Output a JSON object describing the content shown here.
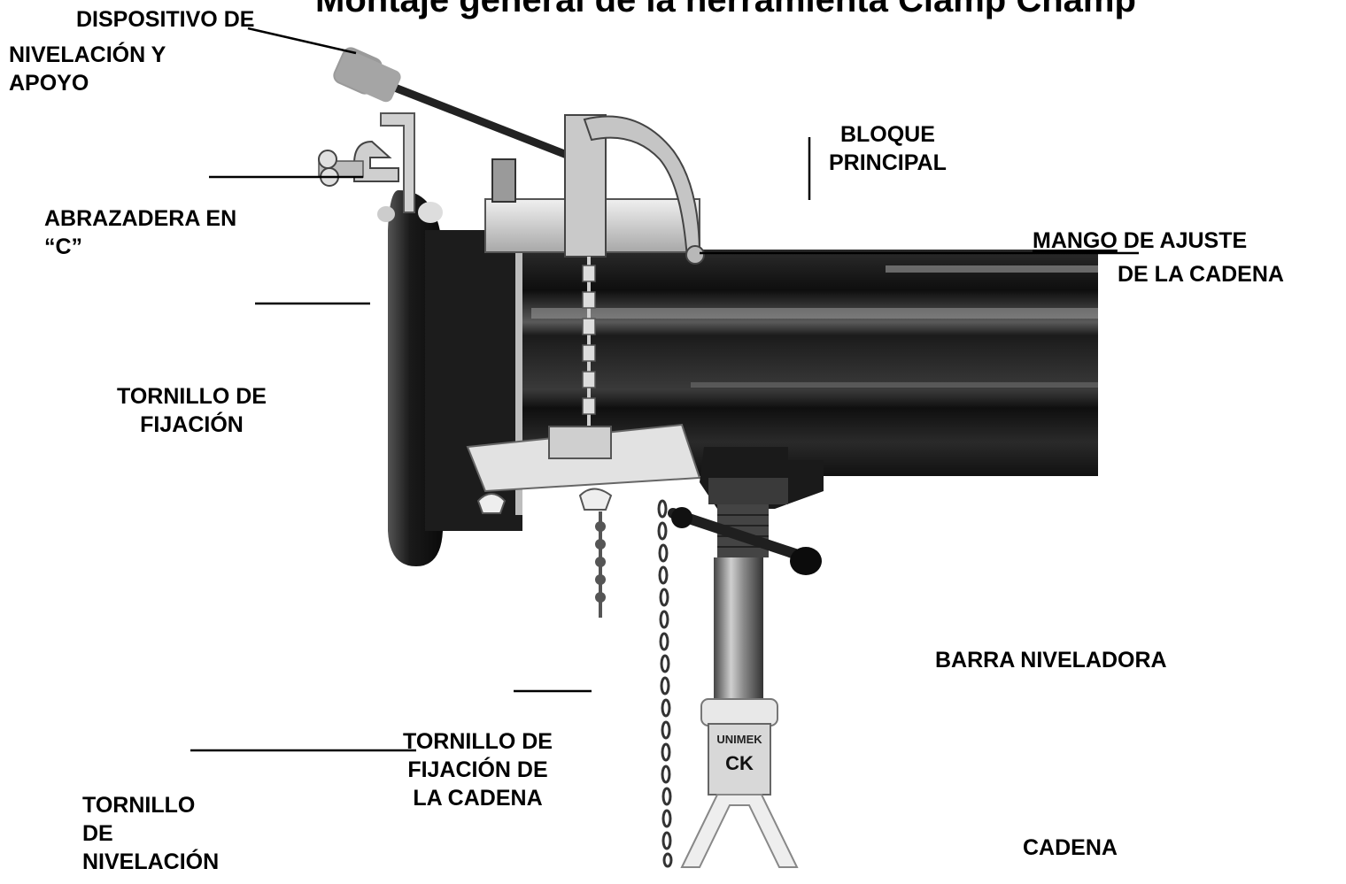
{
  "title": "Montaje general de la herramienta Clamp Champ",
  "labels": {
    "dispositivo": [
      "DISPOSITIVO DE",
      "NIVELACIÓN Y",
      "APOYO"
    ],
    "bloque": [
      "BLOQUE",
      "PRINCIPAL"
    ],
    "mango_1": "MANGO",
    "mango_1b": " DE AJUSTE",
    "mango_2": "DE LA CADENA",
    "abrazadera": [
      "ABRAZADERA EN",
      "“C”"
    ],
    "tornillo_fijacion": [
      "TORNILLO DE",
      "FIJACIÓN"
    ],
    "barra": "BARRA NIVELADORA",
    "tornillo_cadena": [
      "TORNILLO DE",
      "FIJACIÓN DE",
      "LA CADENA"
    ],
    "tornillo_nivelacion": [
      "TORNILLO",
      "DE",
      "NIVELACIÓN"
    ],
    "cadena": "CADENA"
  },
  "jack_stand_text": [
    "UNIMEK",
    "CK"
  ],
  "colors": {
    "pipe": "#1a1a1a",
    "metal": "#d9d9d9",
    "stand": "#eeeeee"
  }
}
